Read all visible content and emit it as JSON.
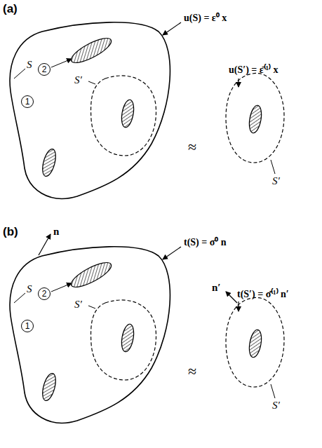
{
  "diagram": {
    "labels": [
      "(a)",
      "u(S) = ε⁰ x",
      "S",
      "2",
      "1",
      "S′",
      "≈",
      "u(S′) = ε̄⁽¹⁾ x",
      "S′",
      "(b)",
      "n",
      "t(S) = σ⁰ n",
      "S",
      "2",
      "1",
      "S′",
      "≈",
      "t(S′) = σ̄⁽¹⁾ n′",
      "n′",
      "S′"
    ]
  }
}
